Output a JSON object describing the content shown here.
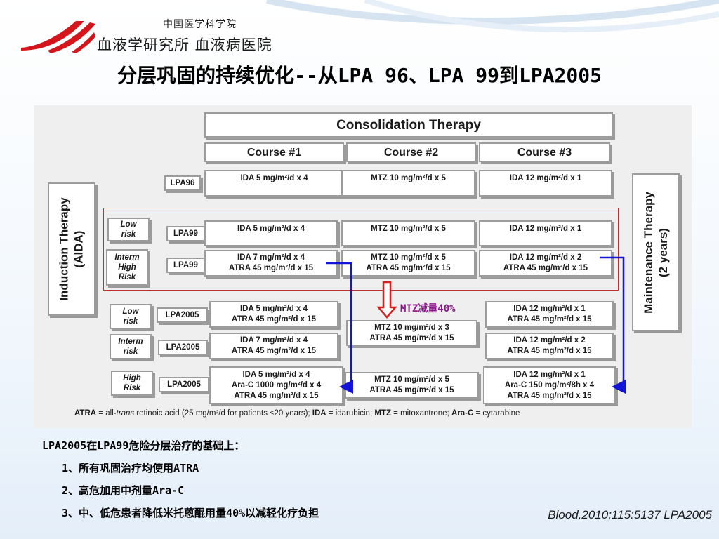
{
  "header": {
    "institution_line1": "中国医学科学院",
    "institution_line2": "血液学研究所 血液病医院",
    "title": "分层巩固的持续优化--从LPA 96、LPA 99到LPA2005"
  },
  "figure": {
    "consolidation_header": "Consolidation Therapy",
    "courses": [
      "Course #1",
      "Course #2",
      "Course #3"
    ],
    "induction": {
      "line1": "Induction Therapy",
      "line2": "(AIDA)"
    },
    "maintenance": {
      "line1": "Maintenance Therapy",
      "line2": "(2 years)"
    },
    "rows": {
      "lpa96": {
        "trial": "LPA96",
        "c1": [
          "IDA 5  mg/m²/d x 4"
        ],
        "c2": [
          "MTZ 10 mg/m²/d x 5"
        ],
        "c3": [
          "IDA 12 mg/m²/d x 1"
        ]
      },
      "lpa99_low": {
        "risk": [
          "Low",
          "risk"
        ],
        "trial": "LPA99",
        "c1": [
          "IDA 5  mg/m²/d x 4"
        ],
        "c2": [
          "MTZ 10 mg/m²/d x 5"
        ],
        "c3": [
          "IDA 12 mg/m²/d x 1"
        ]
      },
      "lpa99_int": {
        "risk": [
          "Interm",
          "High",
          "Risk"
        ],
        "trial": "LPA99",
        "c1": [
          "IDA 7  mg/m²/d x 4",
          "ATRA 45 mg/m²/d x 15"
        ],
        "c2": [
          "MTZ 10 mg/m²/d x 5",
          "ATRA 45 mg/m²/d x 15"
        ],
        "c3": [
          "IDA 12 mg/m²/d x 2",
          "ATRA 45 mg/m²/d x 15"
        ]
      },
      "lpa2005_low": {
        "risk": [
          "Low",
          "risk"
        ],
        "trial": "LPA2005",
        "c1": [
          "IDA 5  mg/m²/d x 4",
          "ATRA 45 mg/m²/d x 15"
        ],
        "c3": [
          "IDA 12 mg/m²/d x 1",
          "ATRA 45 mg/m²/d x 15"
        ]
      },
      "lpa2005_int": {
        "risk": [
          "Interm",
          "risk"
        ],
        "trial": "LPA2005",
        "c1": [
          "IDA 7  mg/m²/d x 4",
          "ATRA 45 mg/m²/d x 15"
        ],
        "c3": [
          "IDA 12 mg/m²/d x 2",
          "ATRA 45 mg/m²/d x 15"
        ]
      },
      "lpa2005_lowint_c2": [
        "MTZ 10 mg/m²/d x 3",
        "ATRA 45 mg/m²/d x 15"
      ],
      "lpa2005_high": {
        "risk": [
          "High",
          "Risk"
        ],
        "trial": "LPA2005",
        "c1": [
          "IDA 5  mg/m²/d x 4",
          "Ara-C 1000 mg/m²/d x 4",
          "ATRA 45 mg/m²/d x 15"
        ],
        "c2": [
          "MTZ 10 mg/m²/d x 5",
          "ATRA 45 mg/m²/d  x 15"
        ],
        "c3": [
          "IDA 12 mg/m²/d x 1",
          "Ara-C 150 mg/m²/8h x 4",
          "ATRA 45 mg/m²/d x 15"
        ]
      }
    },
    "mtz_note": "MTZ减量40%",
    "footnote": {
      "atra_key": "ATRA",
      "atra_pre": " = all-",
      "atra_italic": "trans",
      "atra_post": " retinoic acid (25 mg/m²/d for patients ≤20 years); ",
      "ida_key": "IDA",
      "ida_def": " = idarubicin; ",
      "mtz_key": "MTZ",
      "mtz_def": " = mitoxantrone; ",
      "arac_key": "Ara-C",
      "arac_def": " = cytarabine"
    },
    "colors": {
      "arrow_blue": "#1414d8",
      "arrow_red": "#d42020",
      "frame_red": "#c03030",
      "note_purple": "#8b1a8b"
    }
  },
  "notes": {
    "heading": "LPA2005在LPA99危险分层治疗的基础上：",
    "items": [
      "1、所有巩固治疗均使用ATRA",
      "2、高危加用中剂量Ara-C",
      "3、中、低危患者降低米托蒽醌用量40%以减轻化疗负担"
    ]
  },
  "citation": "Blood.2010;115:5137 LPA2005"
}
